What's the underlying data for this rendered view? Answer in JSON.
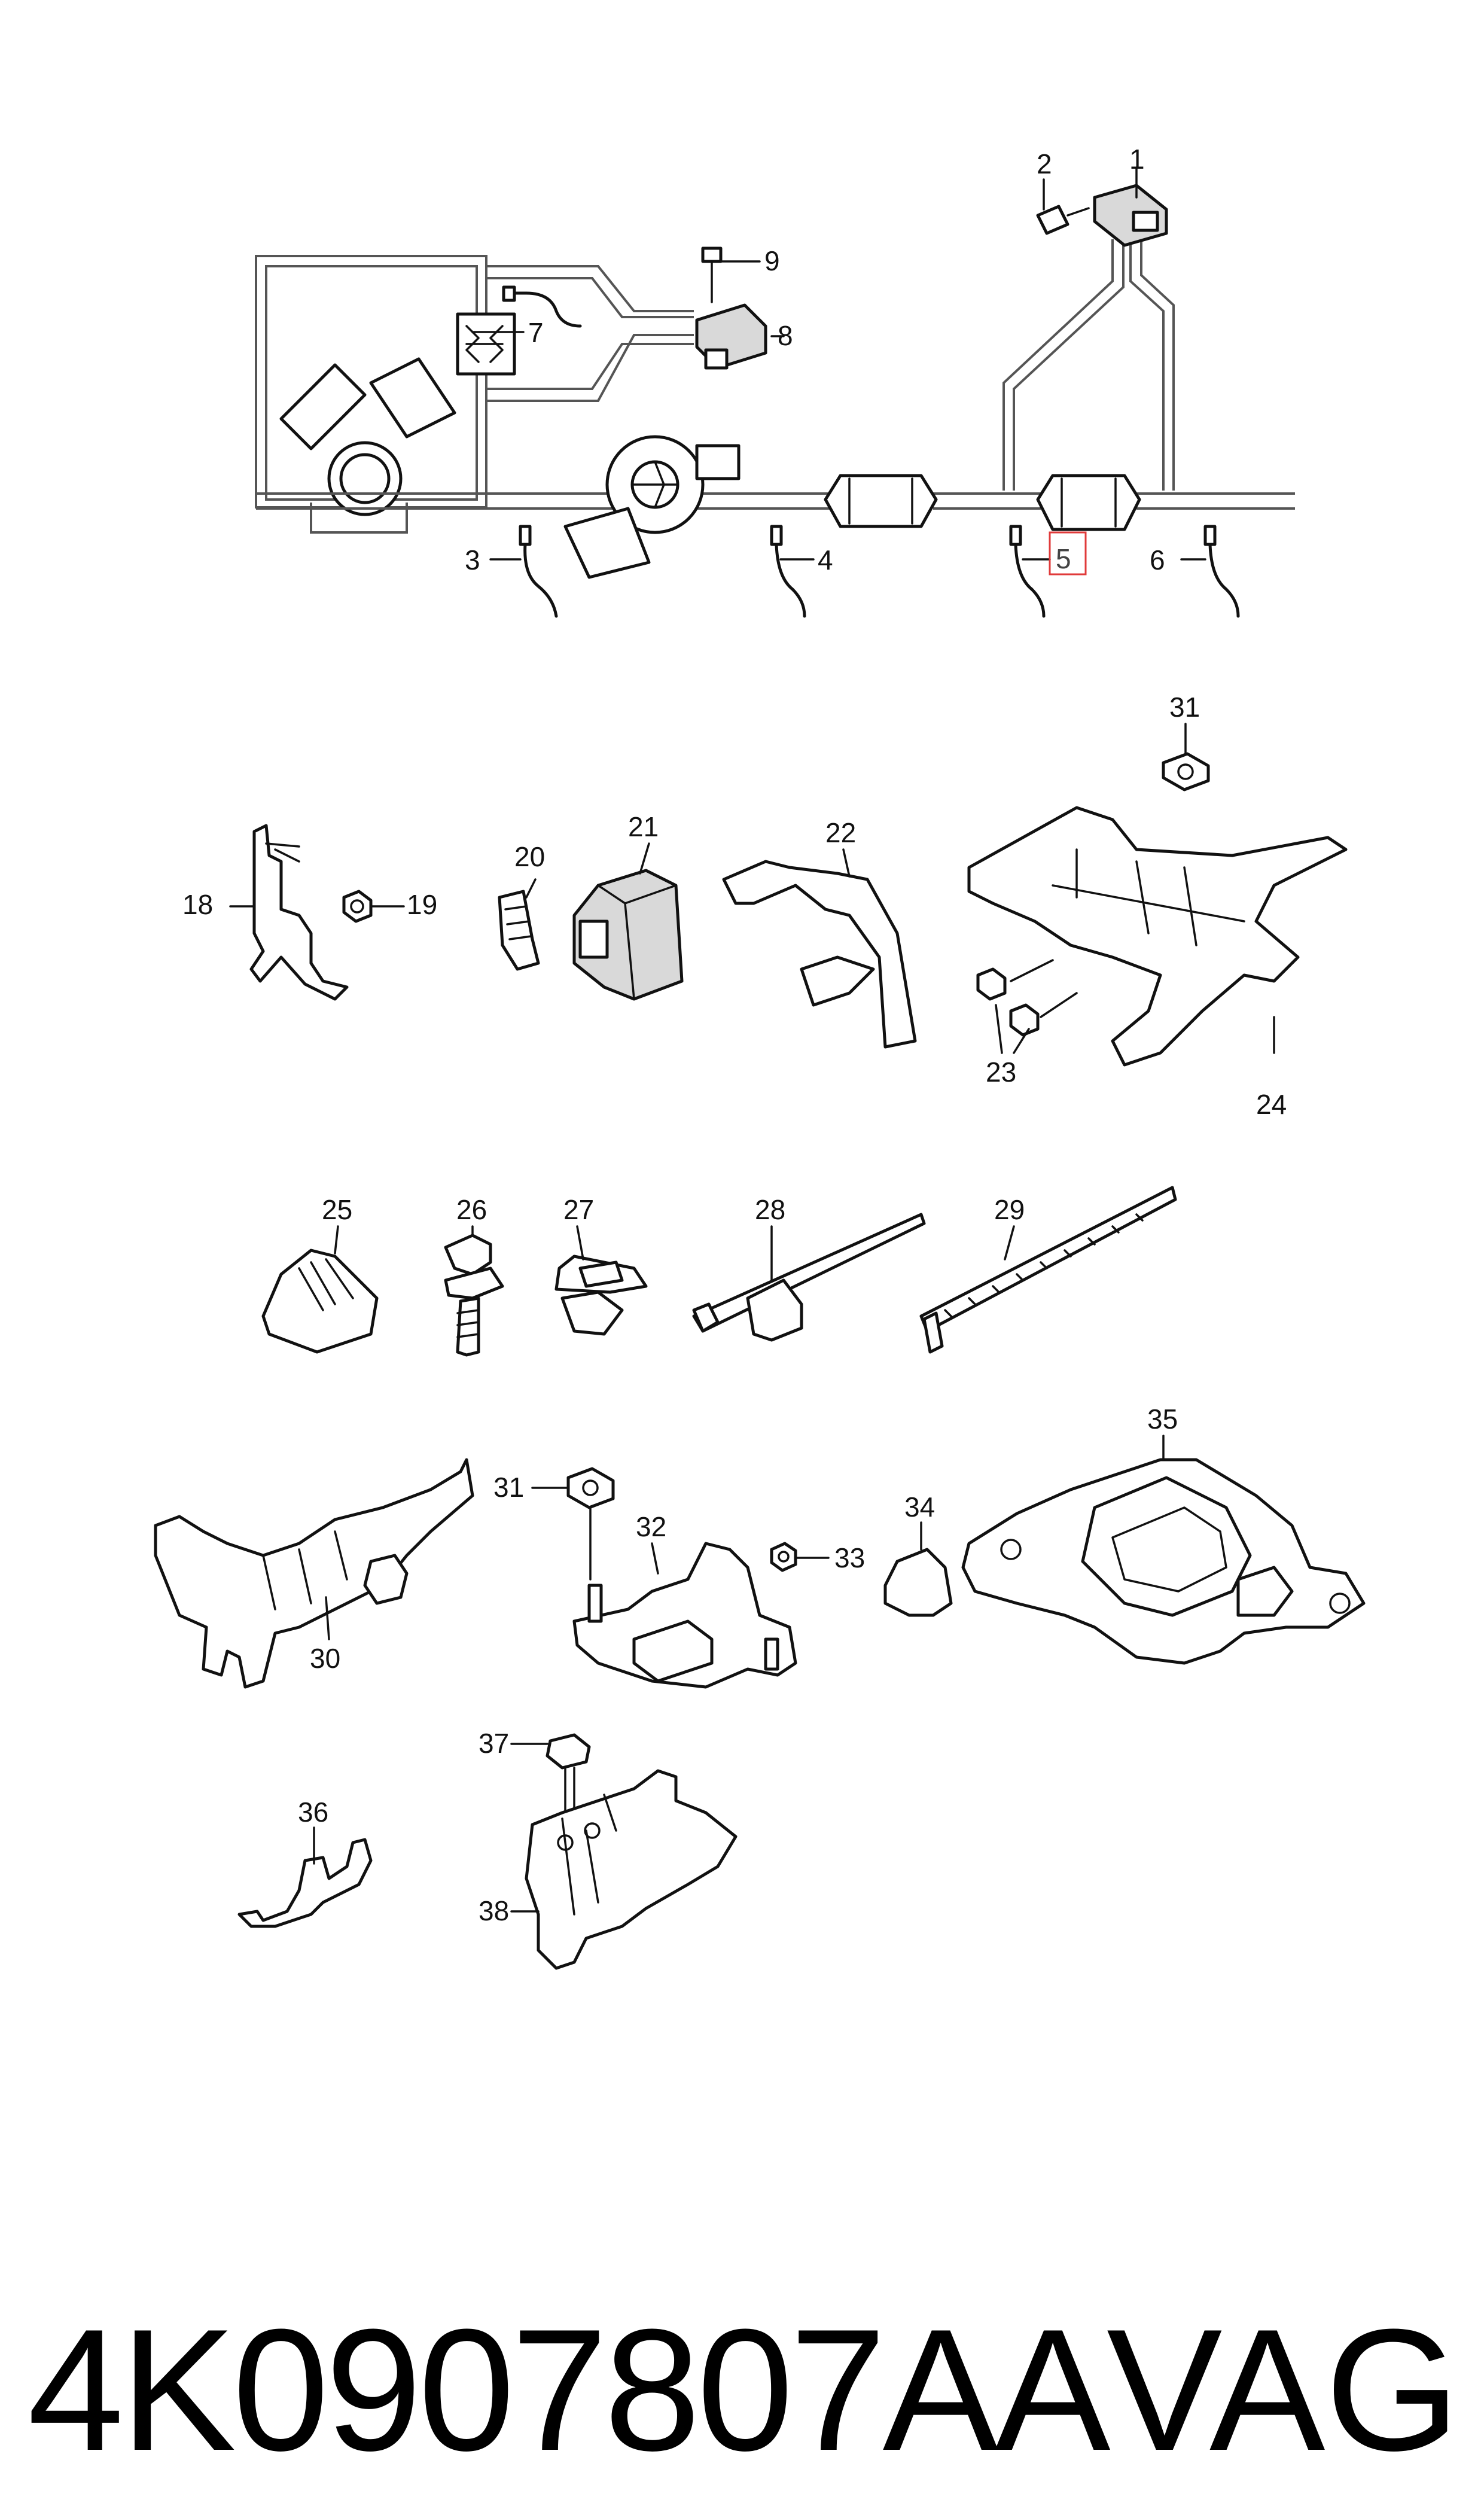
{
  "callouts": [
    "1",
    "2",
    "3",
    "4",
    "5",
    "6",
    "7",
    "8",
    "9",
    "18",
    "19",
    "20",
    "21",
    "22",
    "23",
    "24",
    "25",
    "26",
    "27",
    "28",
    "29",
    "30",
    "31",
    "31",
    "32",
    "33",
    "34",
    "35",
    "36",
    "37",
    "38"
  ],
  "highlighted_callout": "5",
  "highlight_color": "#e03a3a",
  "footer": {
    "part_number": "4K0907807AA",
    "brand": "VAG"
  }
}
